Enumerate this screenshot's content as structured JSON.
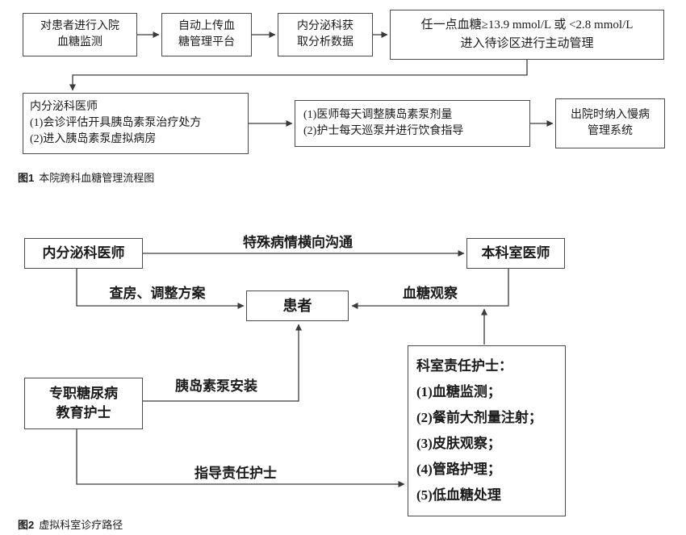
{
  "figure1": {
    "caption_label": "图1",
    "caption_text": "本院跨科血糖管理流程图",
    "boxes": {
      "admission_monitoring": {
        "lines": [
          "对患者进行入院",
          "血糖监测"
        ]
      },
      "auto_upload": {
        "lines": [
          "自动上传血",
          "糖管理平台"
        ]
      },
      "endocrinology_fetch": {
        "lines": [
          "内分泌科获",
          "取分析数据"
        ]
      },
      "glucose_threshold": {
        "lines": [
          "任一点血糖≥13.9 mmol/L 或 <2.8 mmol/L",
          "进入待诊区进行主动管理"
        ]
      },
      "endocrinologist_consult": {
        "lines": [
          "内分泌科医师",
          "(1)会诊评估开具胰岛素泵治疗处方",
          "(2)进入胰岛素泵虚拟病房"
        ]
      },
      "daily_management": {
        "lines": [
          "(1)医师每天调整胰岛素泵剂量",
          "(2)护士每天巡泵并进行饮食指导"
        ]
      },
      "discharge_chronic": {
        "lines": [
          "出院时纳入慢病",
          "管理系统"
        ]
      }
    }
  },
  "figure2": {
    "caption_label": "图2",
    "caption_text": "虚拟科室诊疗路径",
    "boxes": {
      "endocrinologist": "内分泌科医师",
      "department_doctor": "本科室医师",
      "patient": "患者",
      "diabetes_educator": {
        "lines": [
          "专职糖尿病",
          "教育护士"
        ]
      },
      "duty_nurse": {
        "lines": [
          "科室责任护士：",
          "(1)血糖监测；",
          "(2)餐前大剂量注射；",
          "(3)皮肤观察；",
          "(4)管路护理；",
          "(5)低血糖处理"
        ]
      }
    },
    "labels": {
      "communication": "特殊病情横向沟通",
      "rounds": "查房、调整方案",
      "glucose_watch": "血糖观察",
      "pump_install": "胰岛素泵安装",
      "guide_nurse": "指导责任护士"
    }
  }
}
